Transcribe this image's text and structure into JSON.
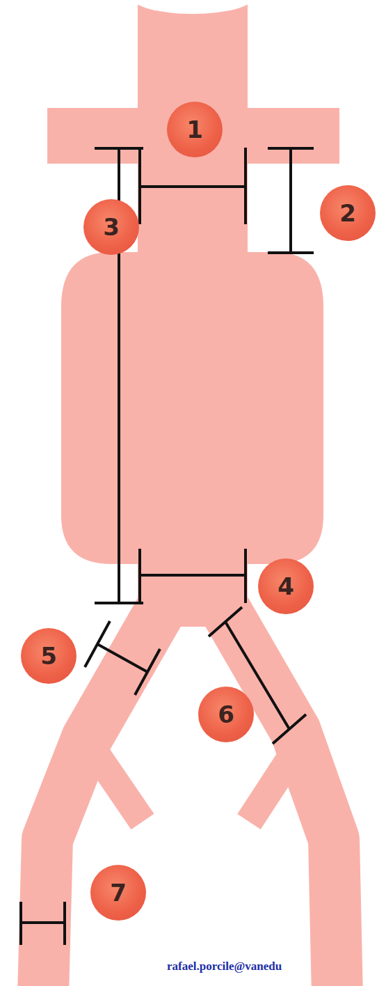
{
  "diagram": {
    "nodes": [
      {
        "text": [
          "1"
        ]
      },
      {
        "text": [
          "3"
        ]
      },
      {
        "text": [
          "2"
        ]
      },
      {
        "text": [
          "4"
        ]
      },
      {
        "text": [
          "5"
        ]
      },
      {
        "text": [
          "6"
        ]
      },
      {
        "text": [
          "7"
        ]
      }
    ],
    "labels": [
      "rafael.porcile@vanedu"
    ]
  }
}
